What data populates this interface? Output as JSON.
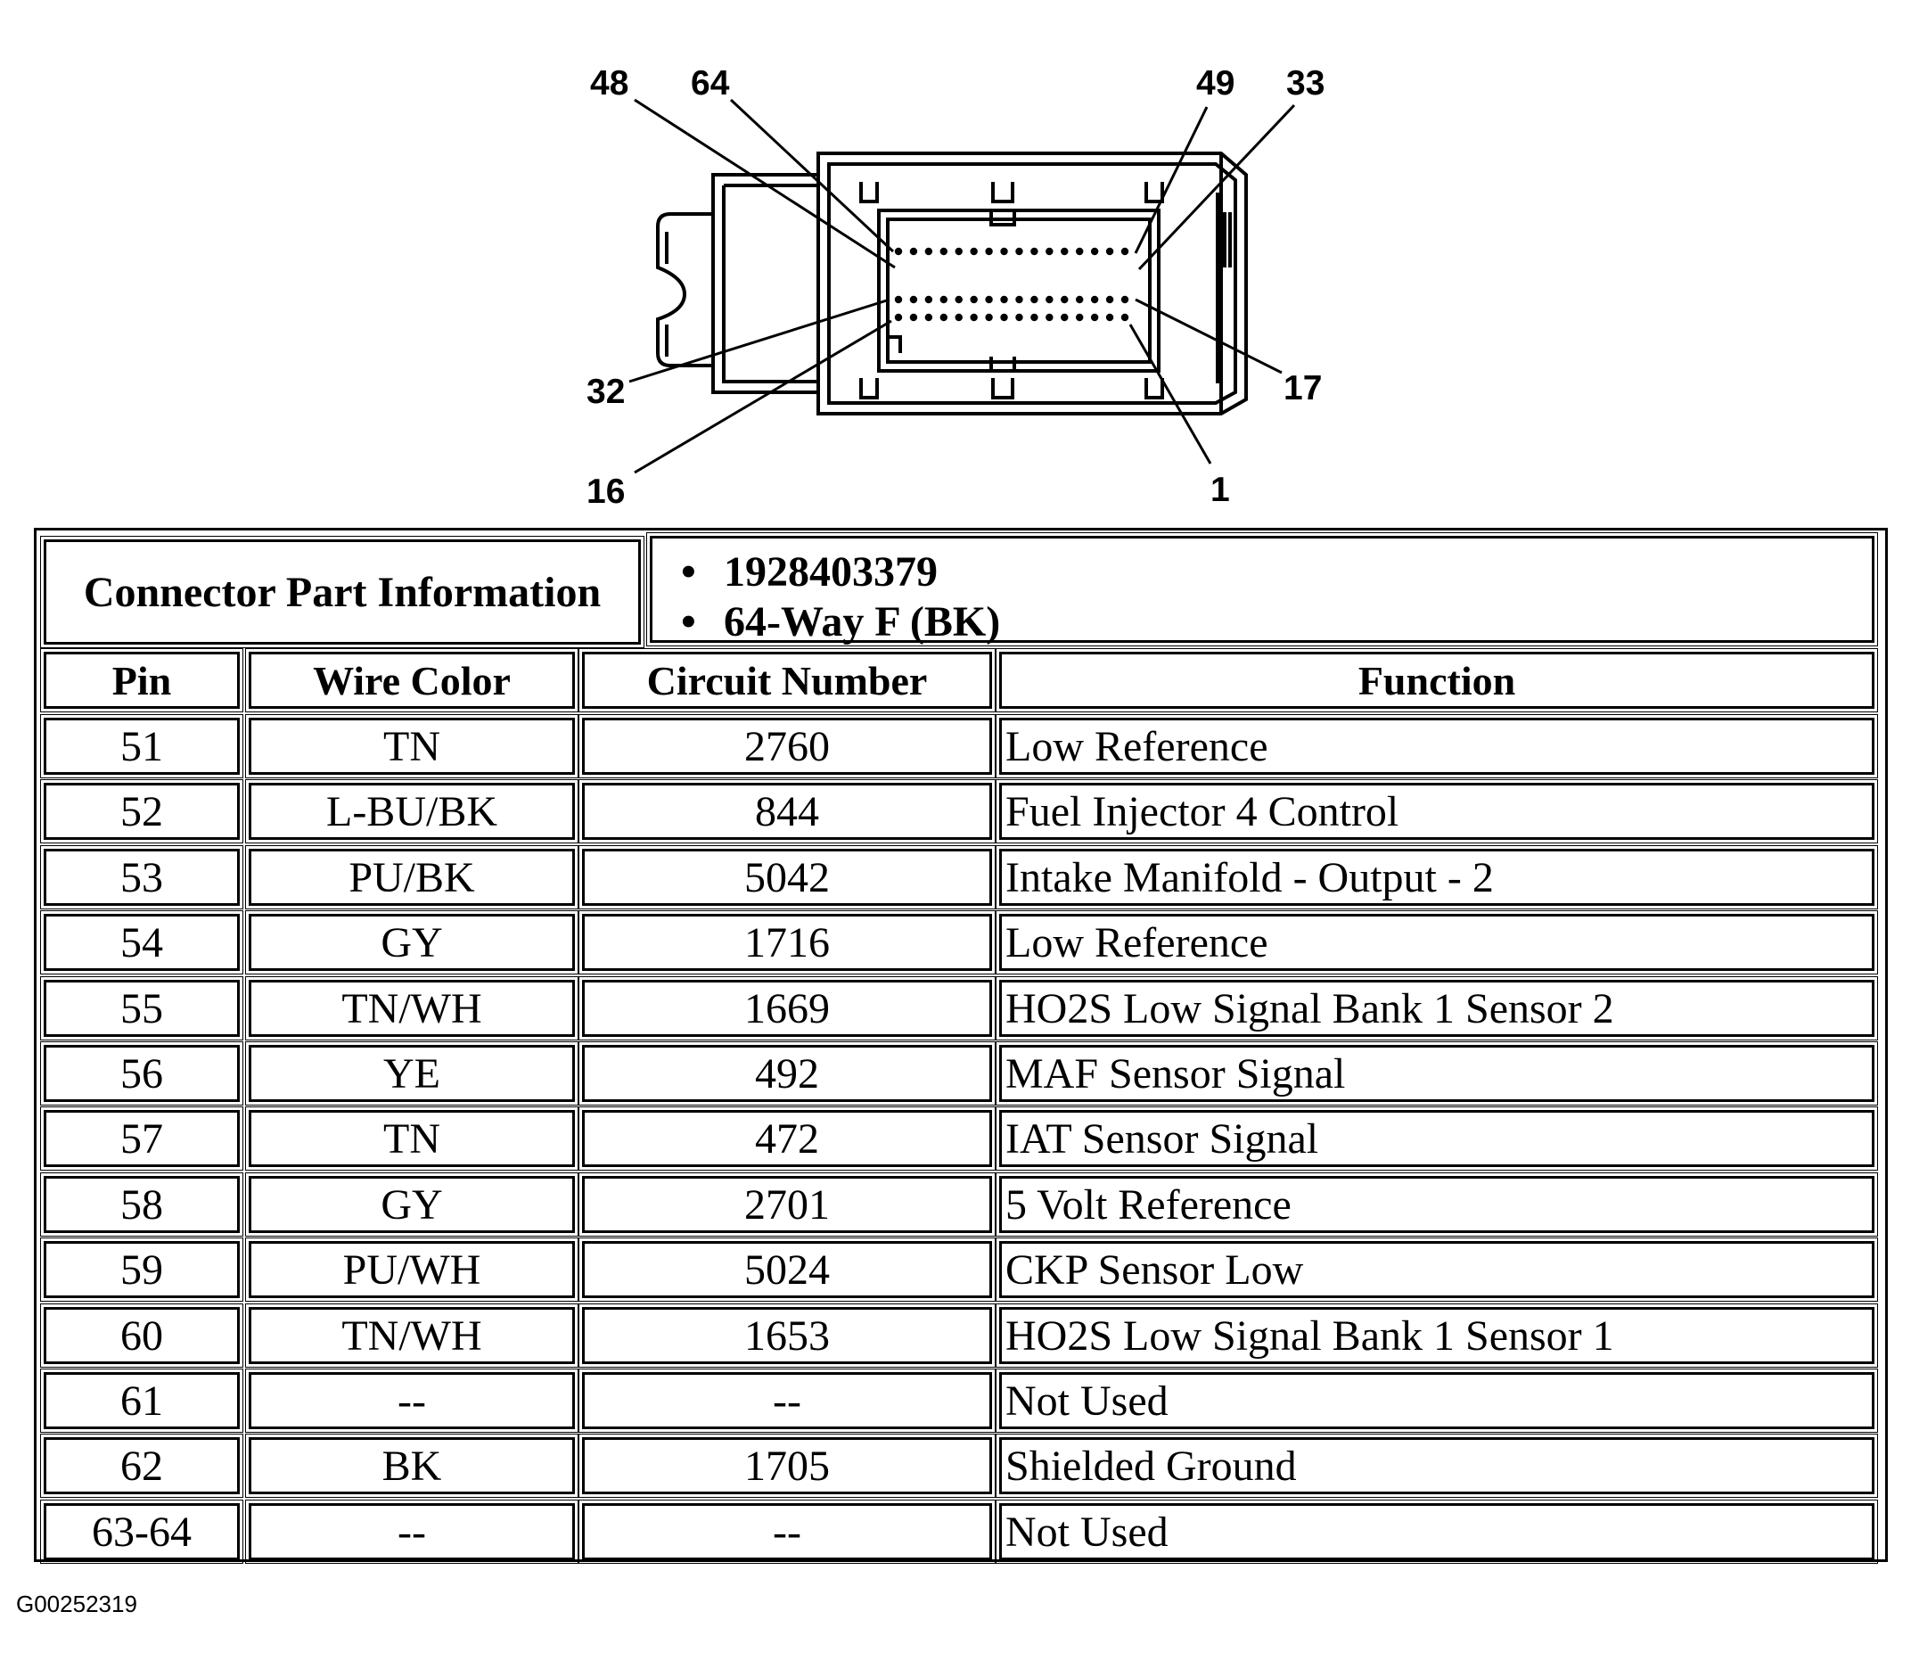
{
  "diagram": {
    "pin_labels": {
      "p48": "48",
      "p64": "64",
      "p49": "49",
      "p33": "33",
      "p32": "32",
      "p17": "17",
      "p16": "16",
      "p1": "1"
    }
  },
  "connector_info": {
    "heading": "Connector Part Information",
    "items": [
      "1928403379",
      "64-Way F (BK)"
    ],
    "bullet": "•"
  },
  "table": {
    "columns": [
      "Pin",
      "Wire Color",
      "Circuit Number",
      "Function"
    ],
    "rows": [
      [
        "51",
        "TN",
        "2760",
        "Low Reference"
      ],
      [
        "52",
        "L-BU/BK",
        "844",
        "Fuel Injector 4 Control"
      ],
      [
        "53",
        "PU/BK",
        "5042",
        "Intake Manifold - Output - 2"
      ],
      [
        "54",
        "GY",
        "1716",
        "Low Reference"
      ],
      [
        "55",
        "TN/WH",
        "1669",
        "HO2S Low Signal Bank 1 Sensor 2"
      ],
      [
        "56",
        "YE",
        "492",
        "MAF Sensor Signal"
      ],
      [
        "57",
        "TN",
        "472",
        "IAT Sensor Signal"
      ],
      [
        "58",
        "GY",
        "2701",
        "5 Volt Reference"
      ],
      [
        "59",
        "PU/WH",
        "5024",
        "CKP Sensor Low"
      ],
      [
        "60",
        "TN/WH",
        "1653",
        "HO2S Low Signal Bank 1 Sensor 1"
      ],
      [
        "61",
        "--",
        "--",
        "Not Used"
      ],
      [
        "62",
        "BK",
        "1705",
        "Shielded Ground"
      ],
      [
        "63-64",
        "--",
        "--",
        "Not Used"
      ]
    ]
  },
  "figure_id": "G00252319"
}
